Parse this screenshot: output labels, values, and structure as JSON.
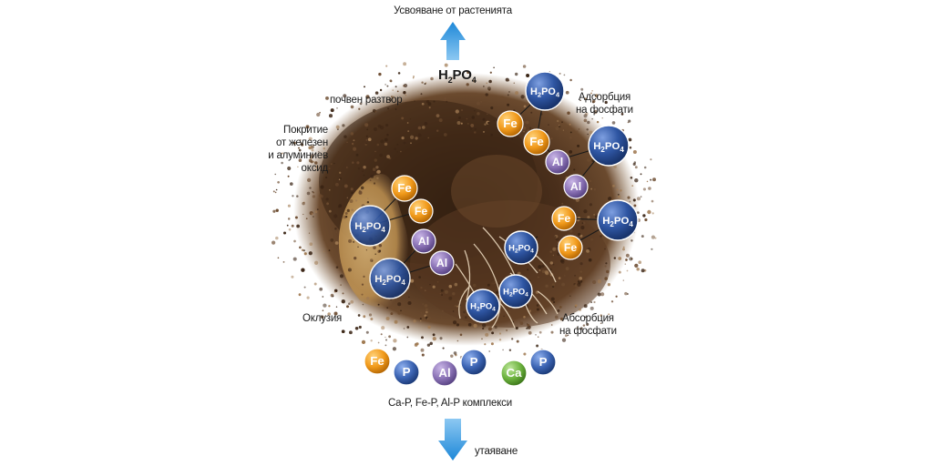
{
  "labels": {
    "top": "Усвояване от растенията",
    "bottom": "утаяване",
    "solution": "почвен разтвор",
    "coating_1": "Покритие",
    "coating_2": "от железен",
    "coating_3": "и алуминиев",
    "coating_4": "оксид",
    "occlusion": "Оклузия",
    "adsorption_1": "Адсорбция",
    "adsorption_2": "на фосфати",
    "absorption_1": "Абсорбция",
    "absorption_2": "на фосфати",
    "complexes": "Ca-P, Fe-P, Al-P комплекси"
  },
  "formula": {
    "main": "H",
    "sub1": "2",
    "mid": "PO",
    "sub2": "4"
  },
  "ions": {
    "fe": "Fe",
    "al": "Al",
    "ca": "Ca",
    "p": "P",
    "h": "H",
    "sub2": "2",
    "po": "PO",
    "sub4": "4"
  },
  "colors": {
    "arrow": "#1e88d8",
    "fe": "#f19a1b",
    "al": "#8a72b5",
    "ca": "#6db33f",
    "phosphate": "#2f56a3",
    "p": "#3c64b3",
    "soil": "#4a2f1b",
    "coating": "#c8a263"
  },
  "icons": [
    "arrow-up-icon",
    "arrow-down-icon"
  ]
}
